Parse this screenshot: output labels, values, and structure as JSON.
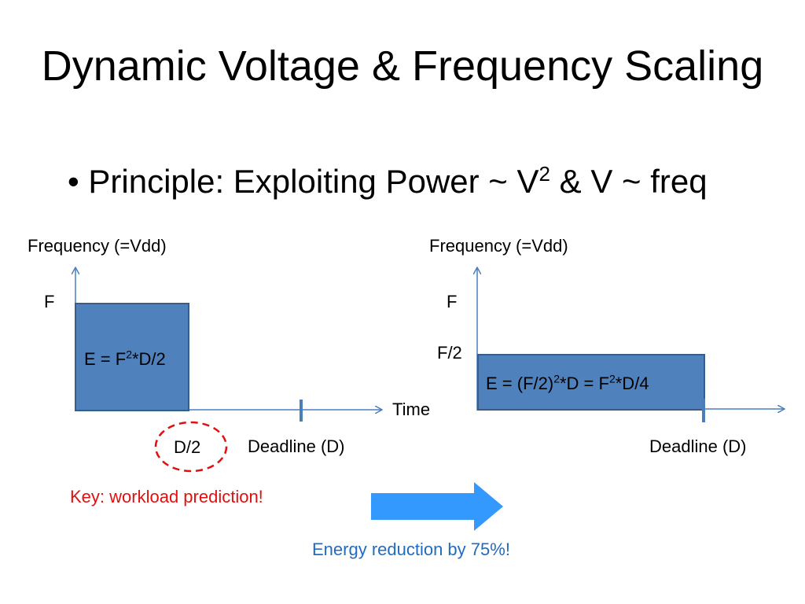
{
  "title": "Dynamic Voltage & Frequency Scaling",
  "bullet": {
    "marker": "•",
    "text_before": "Principle: Exploiting Power ~ V",
    "sup": "2",
    "text_after": " & V ~ freq"
  },
  "left_diagram": {
    "y_axis_label": "Frequency (=Vdd)",
    "f_label": "F",
    "box_eq_prefix": "E = F",
    "box_eq_sup": "2",
    "box_eq_suffix": "*D/2",
    "x_axis_label": "Time",
    "d2_label": "D/2",
    "deadline_label": "Deadline (D)"
  },
  "right_diagram": {
    "y_axis_label": "Frequency (=Vdd)",
    "f_label": "F",
    "f2_label": "F/2",
    "box_eq_part1": "E = (F/2)",
    "box_eq_sup1": "2",
    "box_eq_part2": "*D = F",
    "box_eq_sup2": "2",
    "box_eq_part3": "*D/4",
    "deadline_label": "Deadline (D)"
  },
  "key_note": "Key: workload prediction!",
  "energy_note": "Energy reduction by 75%!",
  "colors": {
    "box_fill": "#4f81bd",
    "box_stroke": "#385d8a",
    "axis": "#4a7ebb",
    "arrow": "#3399ff",
    "red": "#e01010",
    "blue": "#1f6cc0"
  }
}
